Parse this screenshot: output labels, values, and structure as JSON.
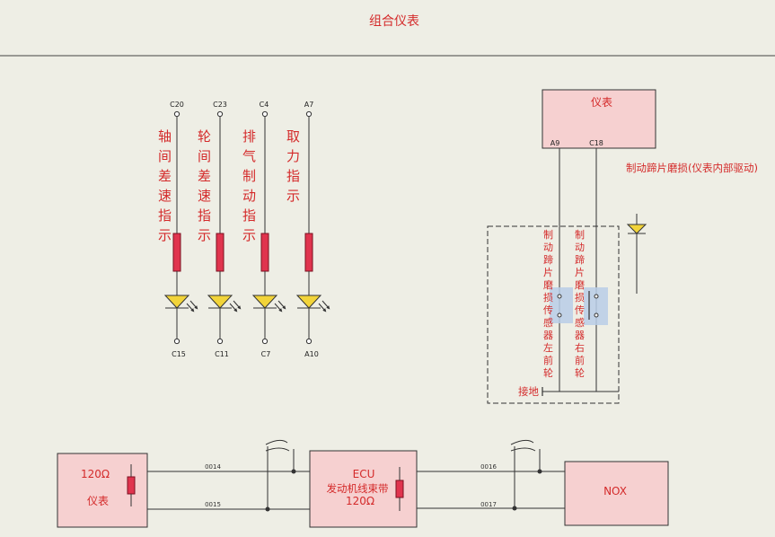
{
  "title": "组合仪表",
  "indicators": [
    {
      "top_pin": "C20",
      "bottom_pin": "C15",
      "label": "轴间差速指示"
    },
    {
      "top_pin": "C23",
      "bottom_pin": "C11",
      "label": "轮间差速指示"
    },
    {
      "top_pin": "C4",
      "bottom_pin": "C7",
      "label": "排气制动指示"
    },
    {
      "top_pin": "A7",
      "bottom_pin": "A10",
      "label": "取力指示"
    }
  ],
  "cluster": {
    "label": "仪表",
    "pin_left": "A9",
    "pin_right": "C18",
    "driver_note": "制动蹄片磨损(仪表内部驱动)"
  },
  "sensors": {
    "left_label": "制动蹄片磨损传感器左前轮",
    "right_label": "制动蹄片磨损传感器右前轮",
    "ground_label": "接地"
  },
  "can_bus": {
    "meter_box": {
      "terminator": "120Ω",
      "label": "仪表"
    },
    "ecu_box": {
      "line1": "ECU",
      "line2": "发动机线束带",
      "terminator": "120Ω"
    },
    "nox_box": {
      "label": "NOX"
    },
    "wires": {
      "w1": "0014",
      "w2": "0015",
      "w3": "0016",
      "w4": "0017"
    }
  }
}
